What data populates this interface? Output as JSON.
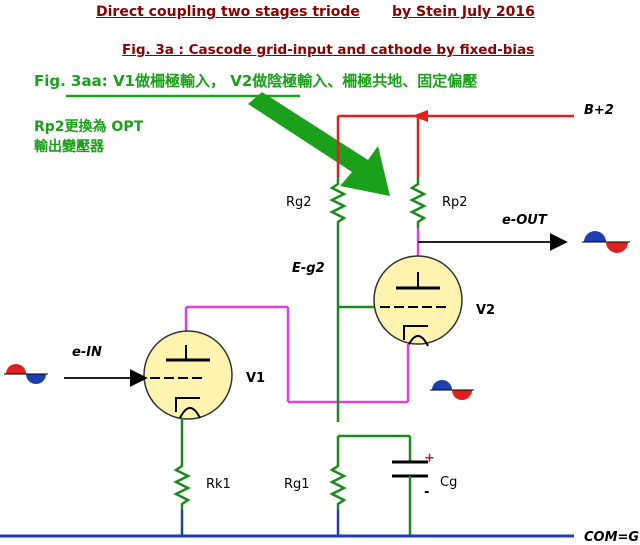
{
  "header": {
    "title": "Direct coupling two stages triode",
    "author": "by Stein   July 2016",
    "subtitle": "Fig. 3a : Cascode grid-input and cathode by fixed-bias"
  },
  "notes": {
    "line1": "Fig. 3aa: V1做柵極輸入， V2做陰極輸入、柵極共地、固定偏壓",
    "line2a": "Rp2更換為 OPT",
    "line2b": "輸出變壓器"
  },
  "labels": {
    "bplus": "B+2",
    "eout": "e-OUT",
    "ein": "e-IN",
    "eg2": "E-g2",
    "com": "COM=G",
    "rg2": "Rg2",
    "rp2": "Rp2",
    "rk1": "Rk1",
    "rg1": "Rg1",
    "cg": "Cg",
    "v1": "V1",
    "v2": "V2",
    "plus": "+",
    "minus": "-"
  },
  "colors": {
    "rail_red": "#e02020",
    "ground_blue": "#1f3fb0",
    "wire_green": "#1a8a1a",
    "wire_magenta": "#e040e0",
    "tube_fill": "#fff3b0",
    "arrow_green": "#1aa01a",
    "header_text": "#8b0000"
  }
}
